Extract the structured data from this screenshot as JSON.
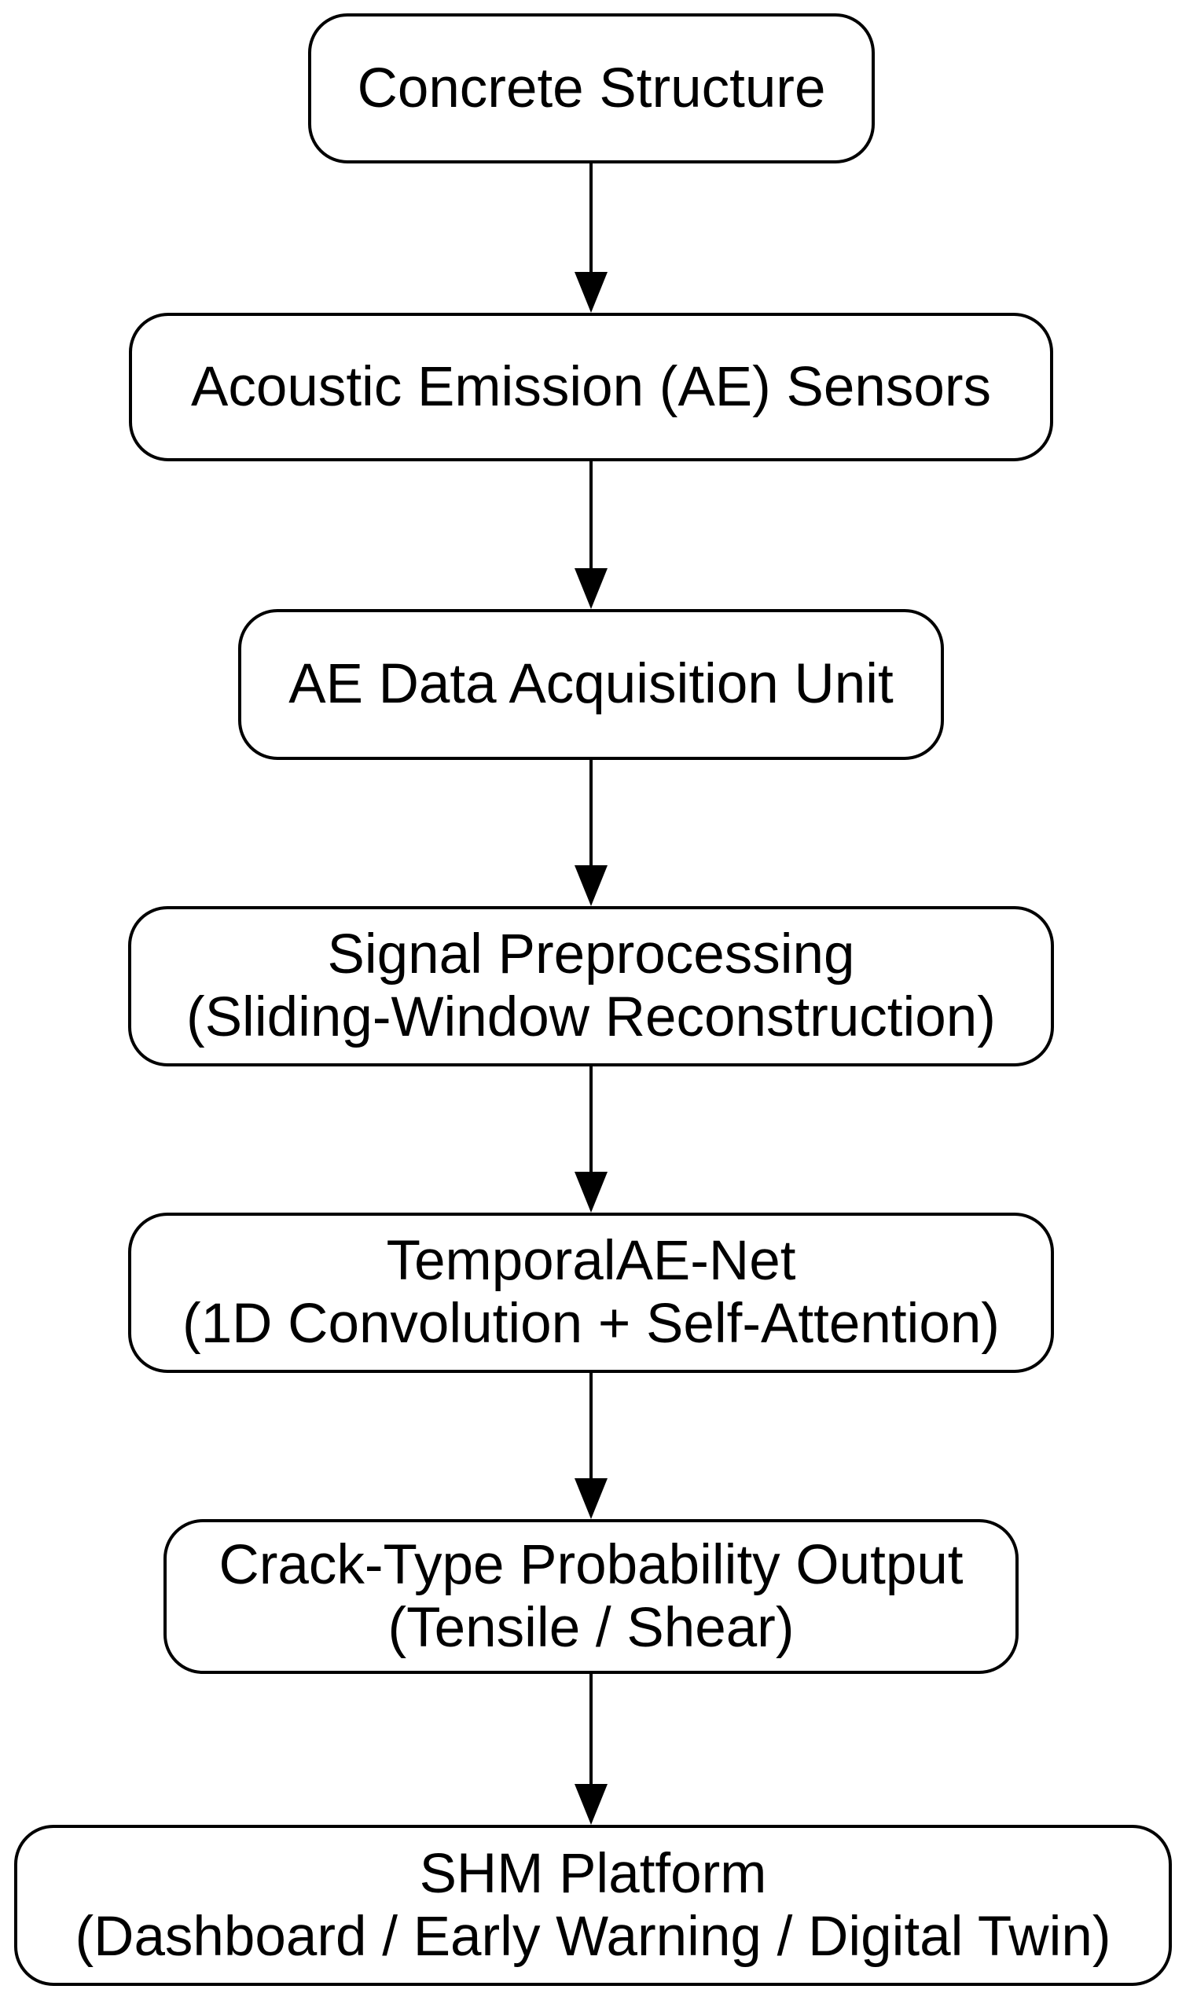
{
  "colors": {
    "background": "#ffffff",
    "node_fill": "#ffffff",
    "node_border": "#000000",
    "text": "#000000",
    "arrow": "#000000"
  },
  "nodes": [
    {
      "id": "concrete-structure",
      "lines": [
        "Concrete Structure"
      ]
    },
    {
      "id": "ae-sensors",
      "lines": [
        "Acoustic Emission (AE) Sensors"
      ]
    },
    {
      "id": "ae-data-acquisition-unit",
      "lines": [
        "AE Data Acquisition Unit"
      ]
    },
    {
      "id": "signal-preprocessing",
      "lines": [
        "Signal Preprocessing",
        "(Sliding-Window Reconstruction)"
      ]
    },
    {
      "id": "temporalae-net",
      "lines": [
        "TemporalAE-Net",
        "(1D Convolution + Self-Attention)"
      ]
    },
    {
      "id": "crack-type-probability-output",
      "lines": [
        "Crack-Type Probability Output",
        "(Tensile / Shear)"
      ]
    },
    {
      "id": "shm-platform",
      "lines": [
        "SHM Platform",
        "(Dashboard / Early Warning / Digital Twin)"
      ]
    }
  ],
  "edges": [
    {
      "from": "concrete-structure",
      "to": "ae-sensors"
    },
    {
      "from": "ae-sensors",
      "to": "ae-data-acquisition-unit"
    },
    {
      "from": "ae-data-acquisition-unit",
      "to": "signal-preprocessing"
    },
    {
      "from": "signal-preprocessing",
      "to": "temporalae-net"
    },
    {
      "from": "temporalae-net",
      "to": "crack-type-probability-output"
    },
    {
      "from": "crack-type-probability-output",
      "to": "shm-platform"
    }
  ]
}
